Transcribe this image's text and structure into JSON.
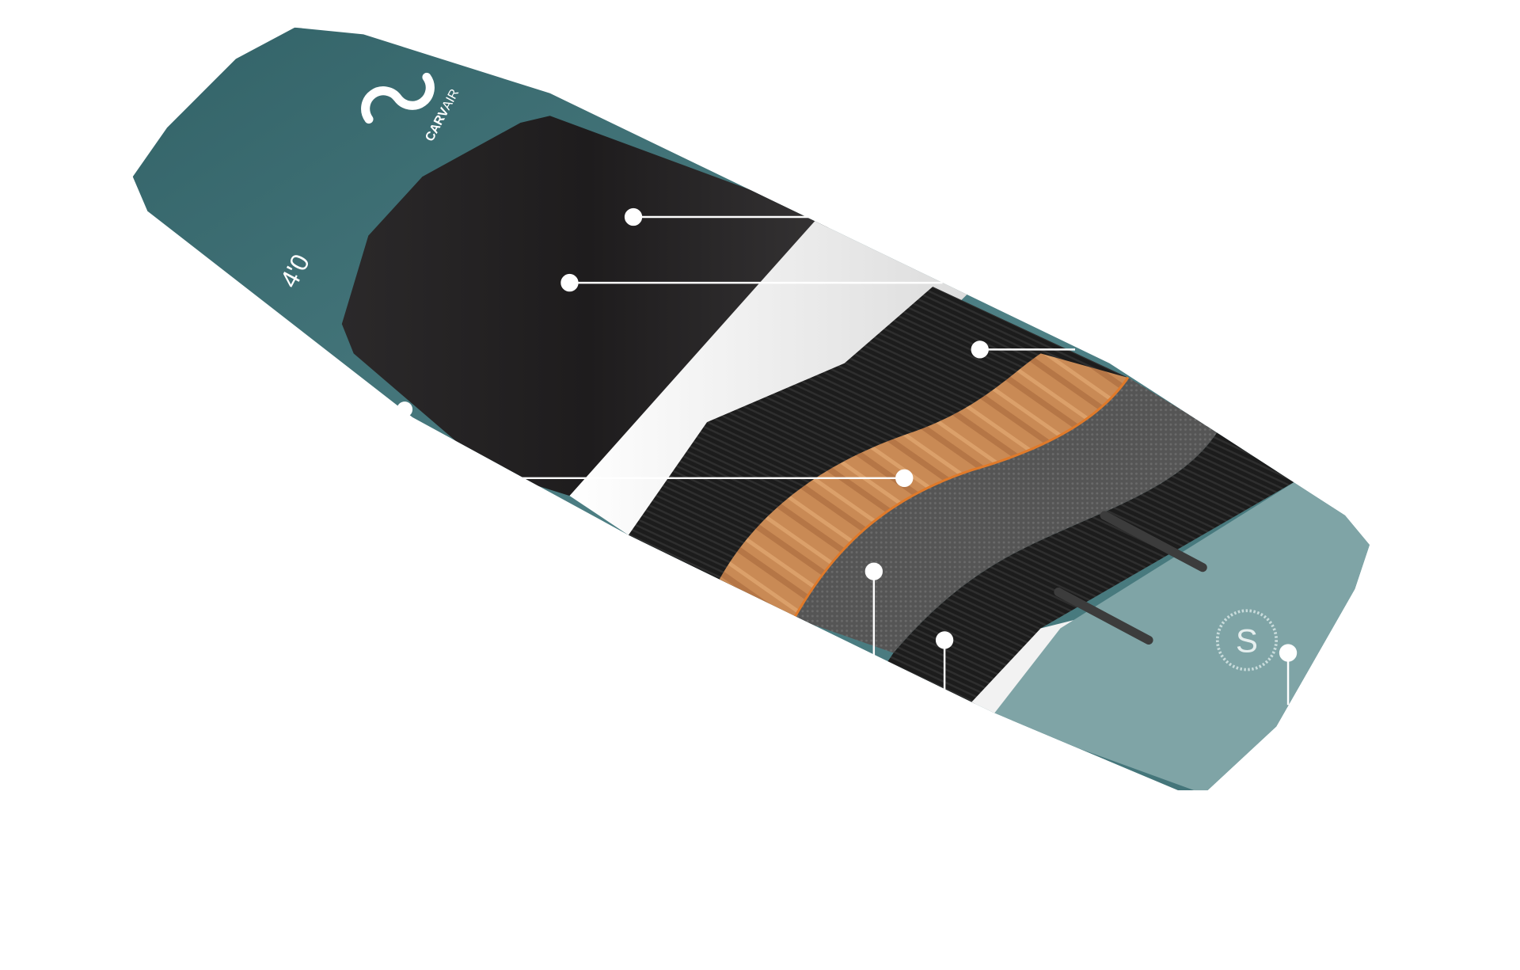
{
  "board": {
    "brand_bold": "CARV",
    "brand_light": "AIR",
    "size": "4'0",
    "colors": {
      "deck_teal": "#3f7278",
      "tail_teal": "#7fa4a6",
      "pad": "#2a2829",
      "white_layer": "#eeeeee",
      "carbon": "#1e1e1e",
      "wood": "#c98a55",
      "wood_edge": "#e07a2a",
      "grey_layer": "#5d5d5d",
      "callout": "#ffffff"
    }
  },
  "callouts": [
    {
      "name": "pad-top"
    },
    {
      "name": "pad-lower"
    },
    {
      "name": "carbon-layer"
    },
    {
      "name": "rail"
    },
    {
      "name": "wood-core"
    },
    {
      "name": "grey-layer"
    },
    {
      "name": "bottom-carbon"
    },
    {
      "name": "tail-base"
    }
  ]
}
